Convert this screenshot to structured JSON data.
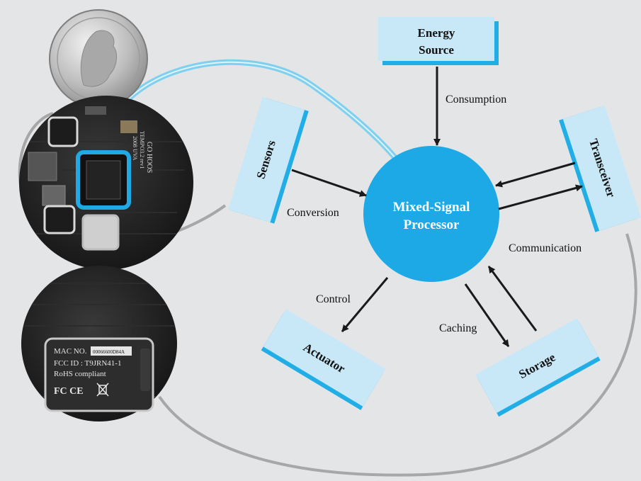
{
  "colors": {
    "background": "#e4e5e7",
    "box_fill": "#c8e8f7",
    "box_edge": "#21aee6",
    "processor_fill": "#1ca9e6",
    "processor_text": "#ffffff",
    "arrow": "#1a1a1a",
    "wire": "#a7a7a7",
    "wire_highlight": "#7fd0ef"
  },
  "nodes": {
    "energy_source": {
      "line1": "Energy",
      "line2": "Source"
    },
    "sensors": {
      "label": "Sensors"
    },
    "transceiver": {
      "label": "Transceiver"
    },
    "actuator": {
      "label": "Actuator"
    },
    "storage": {
      "label": "Storage"
    },
    "processor": {
      "line1": "Mixed-Signal",
      "line2": "Processor"
    }
  },
  "edges": {
    "consumption": "Consumption",
    "conversion": "Conversion",
    "communication": "Communication",
    "control": "Control",
    "caching": "Caching"
  },
  "photo": {
    "board_top_text_1": "GO HOOS",
    "board_top_text_2": "TEMPO3.2 rev1",
    "board_top_text_3": "2008 UVA",
    "mac_label": "MAC NO.",
    "mac_value": "00066600D84A",
    "fcc_label": "FCC ID : T9JRN41-1",
    "rohs_label": "RoHS compliant",
    "cert_marks": "FC CE"
  }
}
